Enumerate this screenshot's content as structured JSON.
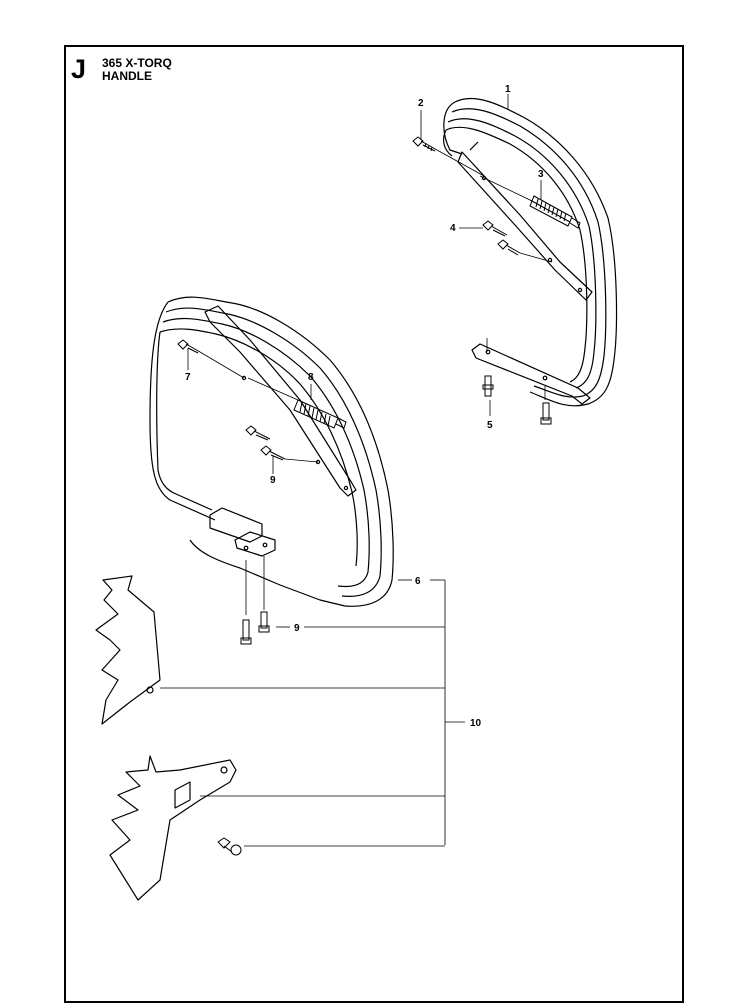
{
  "header": {
    "section_letter": "J",
    "model": "365 X-TORQ",
    "title": "HANDLE"
  },
  "callouts": {
    "c1": "1",
    "c2": "2",
    "c3": "3",
    "c4": "4",
    "c5": "5",
    "c6": "6",
    "c7": "7",
    "c8": "8",
    "c9a": "9",
    "c9b": "9",
    "c10": "10"
  }
}
